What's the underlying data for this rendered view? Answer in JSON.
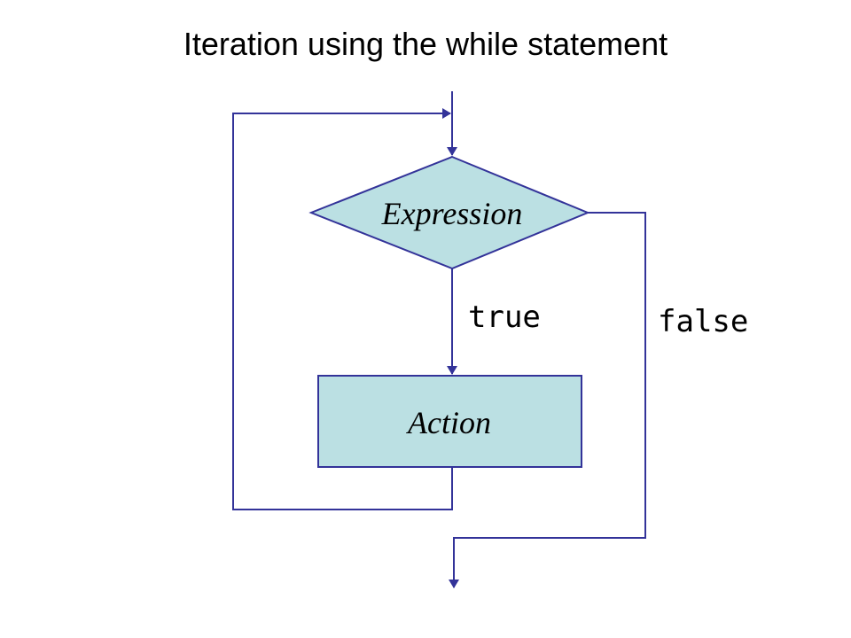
{
  "title": "Iteration using the while statement",
  "nodes": {
    "condition": {
      "label": "Expression"
    },
    "action": {
      "label": "Action"
    }
  },
  "edges": {
    "true_label": "true",
    "false_label": "false"
  },
  "colors": {
    "line": "#333399",
    "shape_fill": "#bbe0e3",
    "text": "#000000"
  }
}
